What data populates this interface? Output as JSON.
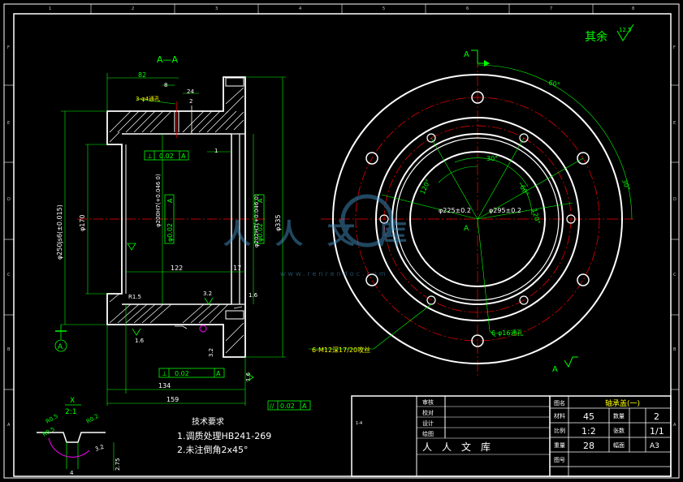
{
  "zones": {
    "top": [
      "1",
      "2",
      "3",
      "4",
      "5",
      "6",
      "7",
      "8"
    ],
    "side": [
      "F",
      "E",
      "D",
      "C",
      "B",
      "A"
    ]
  },
  "roughness": {
    "remainder_label": "其余",
    "value": "12.5"
  },
  "section_view": {
    "title": "A—A",
    "dims": {
      "d82": "82",
      "d8": "8",
      "d24": "24",
      "d2": "2",
      "hole": "3-φ4通孔",
      "d1": "1",
      "d122": "122",
      "d17": "17",
      "d134": "134",
      "d159": "159",
      "dia_250": "φ250js6(±0.015)",
      "dia_170": "φ170",
      "dia_200": "φ200H7(+0.046 0)",
      "dia_202": "φ202H7(+0.046 0)",
      "dia_335": "φ335",
      "r15": "R1.5",
      "rough_32": "3.2",
      "rough_16": "1.6",
      "rough_32b": "3.2",
      "rough_16b": "1.6",
      "rough_32c": "3.2",
      "rough_16c": "1.6",
      "datum": "A"
    },
    "tolerances": [
      {
        "sym": "⊥",
        "val": "0.02",
        "datum": "A"
      },
      {
        "sym": "◎",
        "val": "φ0.02",
        "datum": "A"
      },
      {
        "sym": "◎",
        "val": "φ0.02",
        "datum": "A"
      },
      {
        "sym": "⊥",
        "val": "0.02",
        "datum": "A"
      },
      {
        "sym": "//",
        "val": "0.02",
        "datum": "A"
      }
    ]
  },
  "front_view": {
    "section_mark": "A",
    "angle_60": "60°",
    "angle_30": "30°",
    "angle_30b": "30°",
    "angle_60b": "60°",
    "angle_120": "120°",
    "angle_120b": "120°",
    "pcd_225": "φ225±0.2",
    "pcd_295": "φ295±0.2",
    "center": "A",
    "holes": "6-φ16通孔",
    "threads": "6-M12深17/20攻丝"
  },
  "detail": {
    "title": "X",
    "scale": "2:1",
    "r05a": "R0.5",
    "r05b": "R0.5",
    "r02": "R0.2",
    "d4": "4",
    "d275": "2.75",
    "rough": "3.2"
  },
  "tech": {
    "title": "技术要求",
    "items": [
      "1.调质处理HB241-269",
      "2.未注倒角2x45°"
    ]
  },
  "title_block": {
    "small_label": "1-4",
    "left_rows": [
      "审核",
      "校对",
      "设计",
      "绘图"
    ],
    "logo": "人人文库",
    "name_label": "图名",
    "name_value": "轴承盖(一)",
    "rows": [
      {
        "k": "材料",
        "v": "45",
        "k2": "数量",
        "v2": "2"
      },
      {
        "k": "比例",
        "v": "1:2",
        "k2": "张数",
        "v2": "1/1"
      },
      {
        "k": "重量",
        "v": "28",
        "k2": "幅面",
        "v2": "A3"
      }
    ],
    "drawing_no_label": "图号"
  },
  "watermark": {
    "text": "人人文库",
    "url": "www.renrendoc.com"
  }
}
